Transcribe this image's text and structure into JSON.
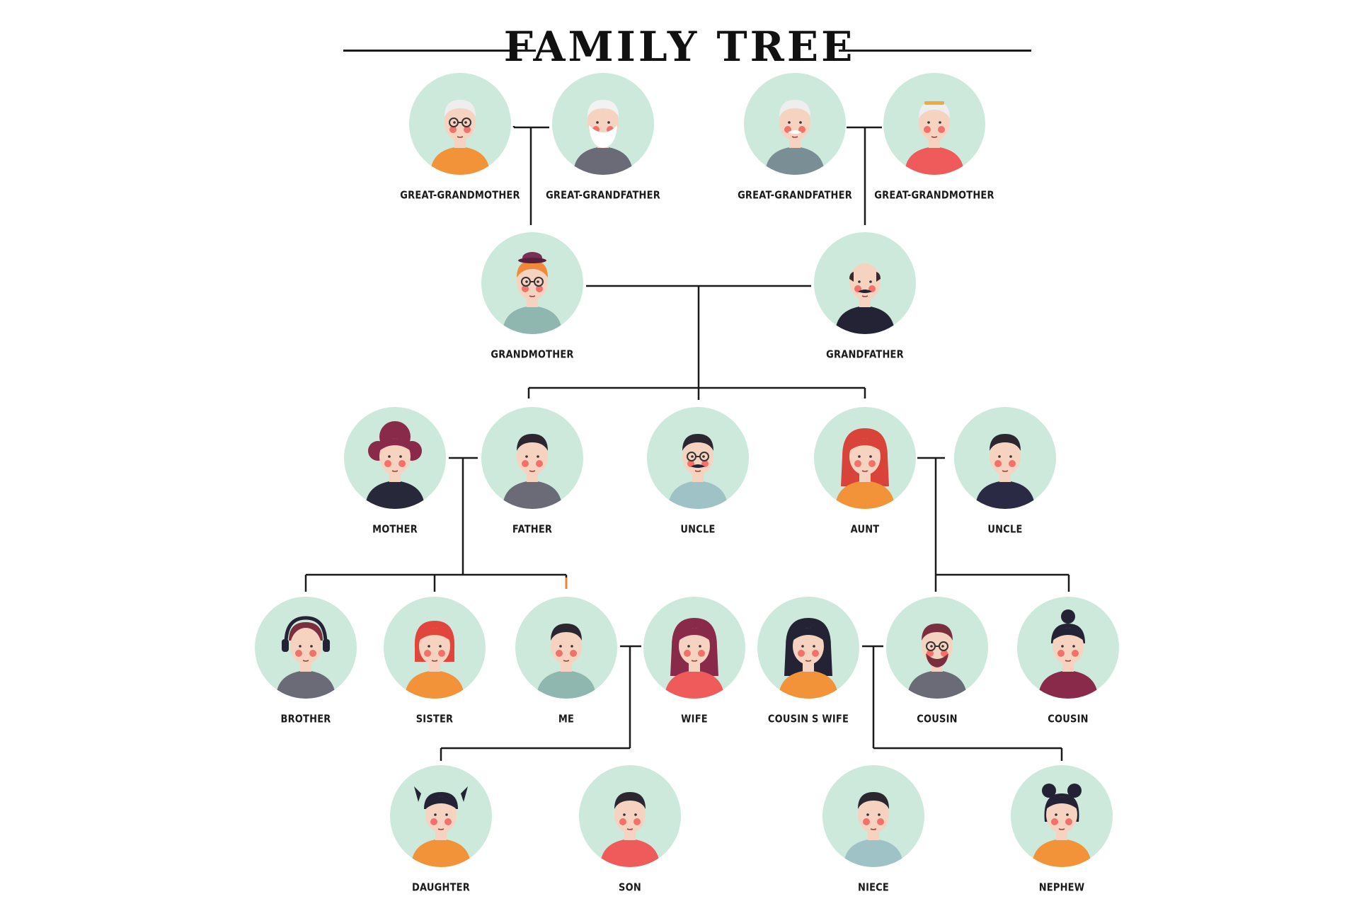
{
  "title": "FAMILY TREE",
  "colors": {
    "circle": "#cde9dc",
    "skin": "#f6d3c0",
    "cheek": "#f0605a",
    "line": "#1a1a1a",
    "accent_tick": "#e98a2e"
  },
  "people": [
    {
      "id": "ggm1",
      "label": "GREAT-GRANDMOTHER",
      "icon": "elderly-woman-glasses-icon",
      "hair": "#eeeeee",
      "shirt": "#f29339",
      "feature": "glasses"
    },
    {
      "id": "ggf1",
      "label": "GREAT-GRANDFATHER",
      "icon": "elderly-man-beard-icon",
      "hair": "#f2f2f2",
      "shirt": "#6b6a77",
      "feature": "beard"
    },
    {
      "id": "ggf2",
      "label": "GREAT-GRANDFATHER",
      "icon": "elderly-man-vest-icon",
      "hair": "#eeeeee",
      "shirt": "#7a8e95",
      "feature": "mustache"
    },
    {
      "id": "ggm2",
      "label": "GREAT-GRANDMOTHER",
      "icon": "elderly-woman-icon",
      "hair": "#eeeeee",
      "shirt": "#ef5a5a",
      "feature": "band"
    },
    {
      "id": "gm",
      "label": "GRANDMOTHER",
      "icon": "woman-hat-glasses-icon",
      "hair": "#f08a3a",
      "shirt": "#8fb7b0",
      "feature": "hat"
    },
    {
      "id": "gf",
      "label": "GRANDFATHER",
      "icon": "man-mustache-bowtie-icon",
      "hair": "#3a2a2a",
      "shirt": "#232335",
      "feature": "bald"
    },
    {
      "id": "mother",
      "label": "MOTHER",
      "icon": "woman-curly-hair-icon",
      "hair": "#8a2a4a",
      "shirt": "#27283a",
      "feature": "curly"
    },
    {
      "id": "father",
      "label": "FATHER",
      "icon": "man-icon",
      "hair": "#2b2630",
      "shirt": "#6b6a77",
      "feature": "none"
    },
    {
      "id": "uncle1",
      "label": "UNCLE",
      "icon": "man-glasses-mustache-icon",
      "hair": "#2b2630",
      "shirt": "#9fc2c7",
      "feature": "glasses"
    },
    {
      "id": "aunt",
      "label": "AUNT",
      "icon": "woman-long-hair-icon",
      "hair": "#d9443a",
      "shirt": "#f29339",
      "feature": "long"
    },
    {
      "id": "uncle2",
      "label": "UNCLE",
      "icon": "man-sweater-icon",
      "hair": "#2b2630",
      "shirt": "#2a2a44",
      "feature": "none"
    },
    {
      "id": "brother",
      "label": "BROTHER",
      "icon": "boy-headphones-icon",
      "hair": "#7a2f3f",
      "shirt": "#6b6a77",
      "feature": "headphones"
    },
    {
      "id": "sister",
      "label": "SISTER",
      "icon": "girl-bob-hair-icon",
      "hair": "#e0463c",
      "shirt": "#f29339",
      "feature": "bob"
    },
    {
      "id": "me",
      "label": "ME",
      "icon": "man-me-icon",
      "hair": "#2b2630",
      "shirt": "#8fb7b0",
      "feature": "none"
    },
    {
      "id": "wife",
      "label": "WIFE",
      "icon": "woman-wife-icon",
      "hair": "#8a2a4a",
      "shirt": "#ef5a5a",
      "feature": "long"
    },
    {
      "id": "cwife",
      "label": "COUSIN S WIFE",
      "icon": "woman-dark-hair-icon",
      "hair": "#232335",
      "shirt": "#f29339",
      "feature": "long"
    },
    {
      "id": "cousin1",
      "label": "COUSIN",
      "icon": "man-beard-glasses-icon",
      "hair": "#7a2f3f",
      "shirt": "#6b6a77",
      "feature": "beardglasses"
    },
    {
      "id": "cousin2",
      "label": "COUSIN",
      "icon": "woman-bun-icon",
      "hair": "#232335",
      "shirt": "#8a2a4a",
      "feature": "bun"
    },
    {
      "id": "daughter",
      "label": "DAUGHTER",
      "icon": "girl-pigtails-icon",
      "hair": "#232335",
      "shirt": "#f29339",
      "feature": "pigtails"
    },
    {
      "id": "son",
      "label": "SON",
      "icon": "boy-icon",
      "hair": "#2b2630",
      "shirt": "#ef5a5a",
      "feature": "none"
    },
    {
      "id": "niece",
      "label": "NIECE",
      "icon": "boy-niece-icon",
      "hair": "#2b2630",
      "shirt": "#9fc2c7",
      "feature": "none"
    },
    {
      "id": "nephew",
      "label": "NEPHEW",
      "icon": "girl-buns-icon",
      "hair": "#232335",
      "shirt": "#f29339",
      "feature": "buns"
    }
  ]
}
